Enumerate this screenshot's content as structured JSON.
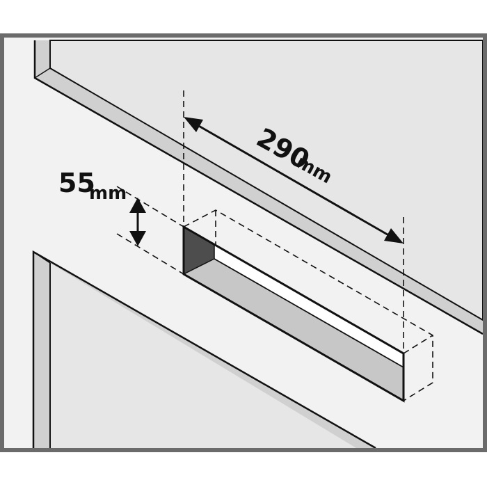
{
  "diagram": {
    "width_dimension": {
      "value": "290",
      "unit": "mm"
    },
    "height_dimension": {
      "value": "55",
      "unit": "mm"
    }
  },
  "colors": {
    "frame": "#6b6b6b",
    "panel_fill": "#e6e6e6",
    "panel_edge": "#d0d0d0",
    "wall": "#f2f2f2",
    "line": "#111111",
    "cutout_side": "#4d4d4d",
    "cutout_bottom": "#c4c4c4",
    "cutout_back": "#f4f4f4"
  }
}
